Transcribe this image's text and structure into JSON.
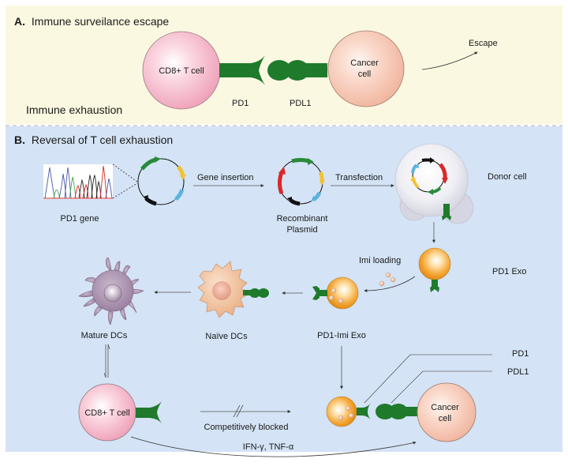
{
  "panel_a": {
    "title_prefix": "A.",
    "title_text": "Immune surveilance escape",
    "caption": "Immune exhaustion",
    "t_cell_label": "CD8+ T cell",
    "cancer_cell_line1": "Cancer",
    "cancer_cell_line2": "cell",
    "pd1_label": "PD1",
    "pdl1_label": "PDL1",
    "escape_label": "Escape"
  },
  "panel_b": {
    "title_prefix": "B.",
    "title_text": "Reversal of T cell exhaustion",
    "pd1_gene_label": "PD1 gene",
    "gene_insertion_label": "Gene insertion",
    "recombinant_line1": "Recombinant",
    "recombinant_line2": "Plasmid",
    "transfection_label": "Transfection",
    "donor_cell_label": "Donor cell",
    "imi_loading_label": "Imi loading",
    "pd1_exo_label": "PD1 Exo",
    "pd1_imi_exo_label": "PD1-Imi Exo",
    "naive_dcs_label": "Naïve DCs",
    "mature_dcs_label": "Mature DCs",
    "t_cell_label": "CD8+ T cell",
    "competitively_blocked_label": "Competitively blocked",
    "cytokines_label": "IFN-γ, TNF-α",
    "pd1_callout": "PD1",
    "pdl1_callout": "PDL1",
    "cancer_cell_line1": "Cancer",
    "cancer_cell_line2": "cell"
  },
  "colors": {
    "panel_a_bg": "#fbf8e1",
    "panel_b_bg": "#d4e3f5",
    "receptor_green": "#1f7a2c",
    "t_cell_pink": "#f2b6c8",
    "cancer_peach": "#f6c6b3",
    "exosome_orange": "#f5a623",
    "mature_dc_purple": "#a890ac",
    "naive_dc_tan": "#eebc95",
    "plasmid_green": "#2a8a3a",
    "plasmid_yellow": "#f1c232",
    "plasmid_blue": "#5bb3e0",
    "plasmid_black": "#111111",
    "plasmid_red": "#d9282a"
  }
}
